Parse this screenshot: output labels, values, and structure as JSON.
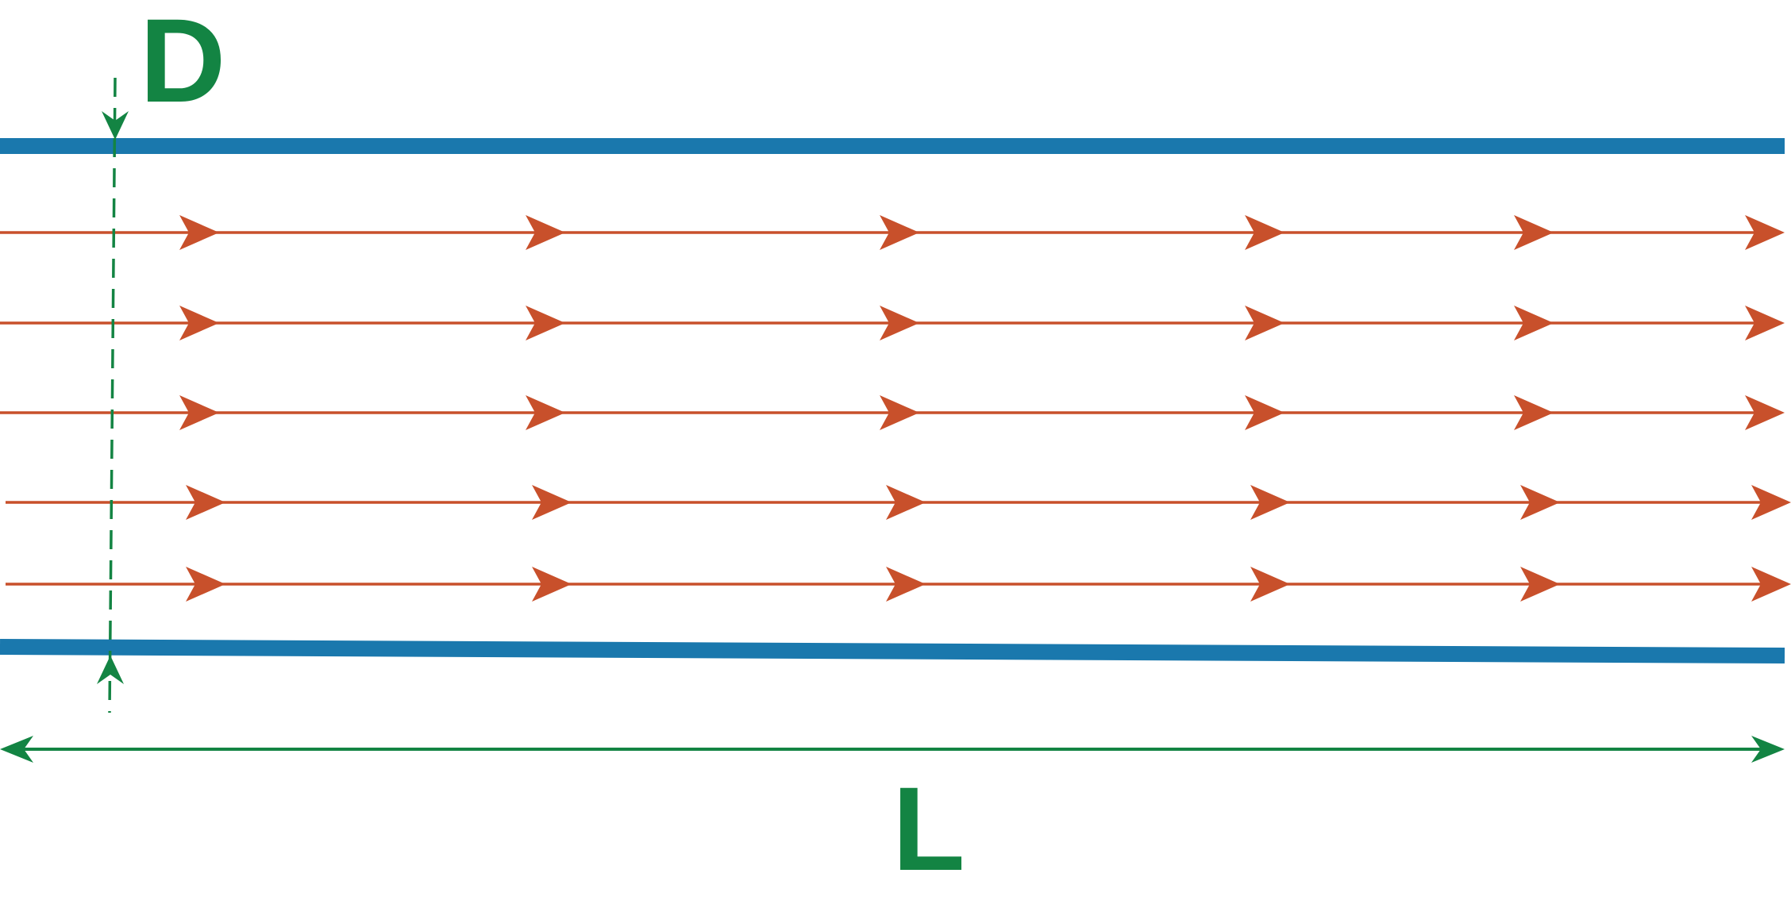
{
  "labels": {
    "diameter": "D",
    "length": "L"
  },
  "colors": {
    "walls": "#1a78ad",
    "streamlines": "#c8502b",
    "dimensions": "#138443"
  },
  "diagram": {
    "walls": 2,
    "streamlines": 5,
    "arrows_per_streamline": 6
  }
}
